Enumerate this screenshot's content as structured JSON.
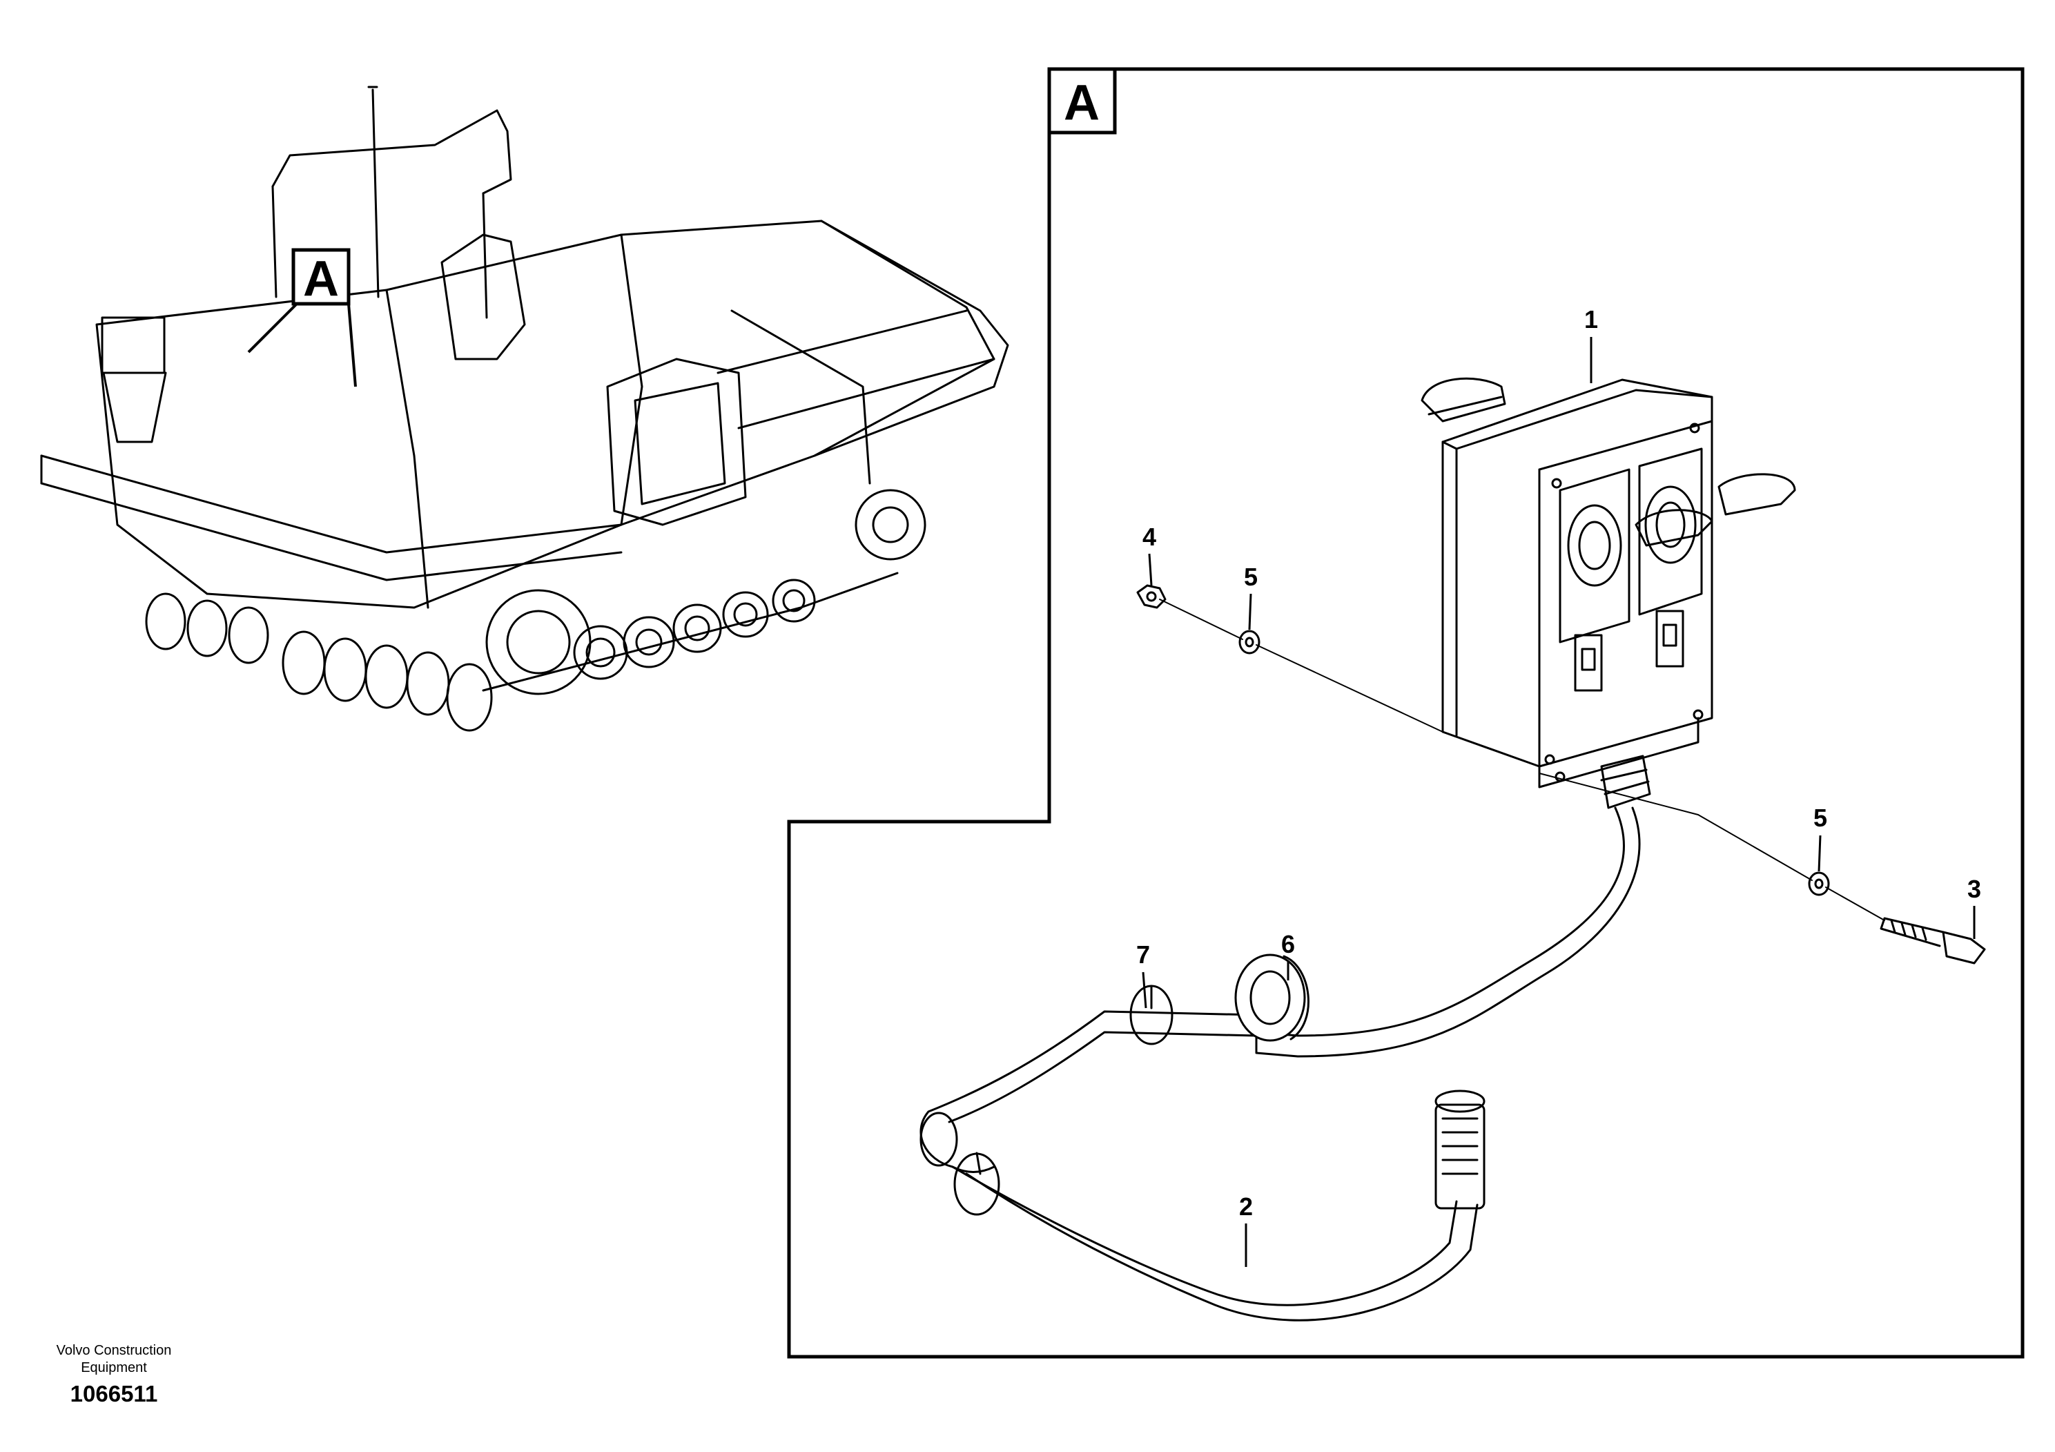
{
  "detail_view": {
    "label": "A"
  },
  "overview": {
    "detail_marker": "A"
  },
  "callouts": [
    {
      "id": "1",
      "label": "1"
    },
    {
      "id": "2",
      "label": "2"
    },
    {
      "id": "3",
      "label": "3"
    },
    {
      "id": "4",
      "label": "4"
    },
    {
      "id": "5a",
      "label": "5"
    },
    {
      "id": "5b",
      "label": "5"
    },
    {
      "id": "6",
      "label": "6"
    },
    {
      "id": "7",
      "label": "7"
    }
  ],
  "footer": {
    "brand_line1": "Volvo Construction",
    "brand_line2": "Equipment",
    "document_number": "1066511"
  }
}
